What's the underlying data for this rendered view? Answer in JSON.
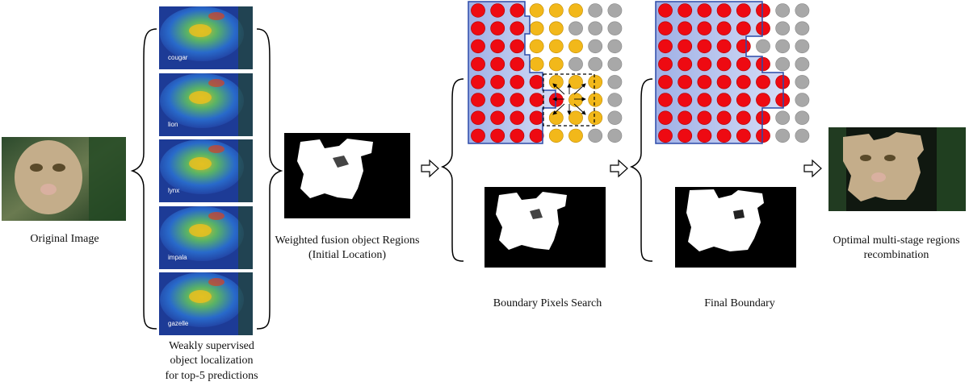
{
  "captions": {
    "original": "Original Image",
    "wsol_1": "Weakly supervised",
    "wsol_2": "object localization",
    "wsol_3": "for top-5 predictions",
    "fusion_1": "Weighted fusion object Regions",
    "fusion_2": "(Initial Location)",
    "boundary_search": "Boundary Pixels Search",
    "final_boundary": "Final Boundary",
    "recomb_1": "Optimal multi-stage regions",
    "recomb_2": "recombination"
  },
  "heatmap_labels": [
    "cougar",
    "lion",
    "lynx",
    "impala",
    "gazelle"
  ],
  "colors": {
    "red_dot": "#ee0a12",
    "yellow_dot": "#f2b81a",
    "gray_dot": "#a8a8a8",
    "region_fill": "#b9c6ec",
    "region_edge": "#2c4aa8"
  },
  "grid_a": [
    "RRRYYYGG",
    "RRRYYGGG",
    "RRRYYYGG",
    "RRRYYGGG",
    "RRRRYYYG",
    "RRRRRYYG",
    "RRRRYYYG",
    "RRRRYYGG"
  ],
  "grid_b": [
    "RRRRRRGG",
    "RRRRRRGG",
    "RRRRRGGG",
    "RRRRRRGG",
    "RRRRRRRG",
    "RRRRRRRG",
    "RRRRRRGG",
    "RRRRRRGG"
  ]
}
